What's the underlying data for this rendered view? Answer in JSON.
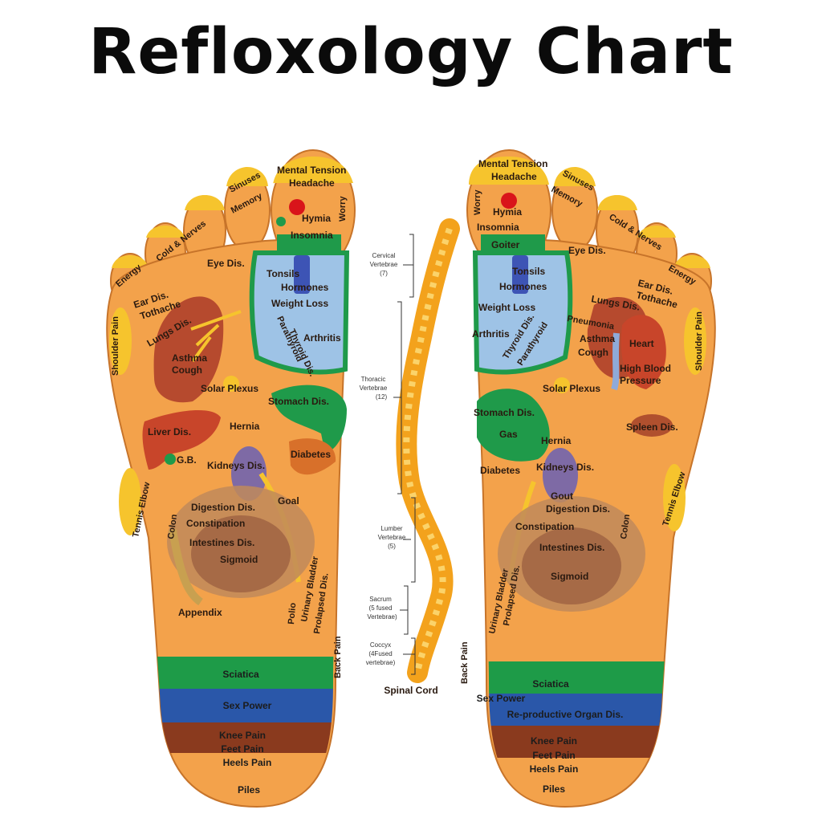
{
  "title": "Refloxology Chart",
  "colors": {
    "skin": "#f3a24b",
    "skin_edge": "#c7742a",
    "toe_tip": "#f6c42d",
    "blue_zone": "#9ec3e6",
    "green": "#1f9a4a",
    "band_sciatica": "#1e9b48",
    "band_sex": "#2a57a9",
    "band_knee": "#8a3a1e",
    "lung": "#b64a2e",
    "liver": "#c8452a",
    "kidney": "#7e6aa5",
    "spine": "#f3a21c"
  },
  "left_foot": {
    "toes": {
      "energy": "Energy",
      "cold_nerves": "Cold & Nerves",
      "sinuses": "Sinuses",
      "memory": "Memory",
      "mental_tension": "Mental Tension",
      "headache": "Headache",
      "hymia": "Hymia",
      "worry": "Worry",
      "insomnia": "Insomnia"
    },
    "labels": {
      "eye": "Eye Dis.",
      "ear": "Ear Dis.",
      "tothache": "Tothache",
      "shoulder_pain": "Shoulder Pain",
      "tonsils": "Tonsils",
      "hormones": "Hormones",
      "weight_loss": "Weight Loss",
      "arthritis": "Arthritis",
      "thyroid": "Thyroid Dis.",
      "parathyroid": "Parathyroid",
      "lungs": "Lungs Dis.",
      "asthma": "Asthma",
      "cough": "Cough",
      "solar_plexus": "Solar Plexus",
      "stomach": "Stomach Dis.",
      "hernia": "Hernia",
      "liver": "Liver Dis.",
      "gb": "G.B.",
      "kidneys": "Kidneys Dis.",
      "diabetes": "Diabetes",
      "tennis_elbow": "Tennis Elbow",
      "colon": "Colon",
      "goal": "Goal",
      "digestion": "Digestion Dis.",
      "constipation": "Constipation",
      "intestines": "Intestines Dis.",
      "sigmoid": "Sigmoid",
      "urinary_bladder": "Urinary Bladder",
      "prolapsed": "Prolapsed Dis.",
      "polio": "Polio",
      "appendix": "Appendix",
      "back_pain": "Back Pain"
    },
    "bands": {
      "sciatica": "Sciatica",
      "sex_power": "Sex Power",
      "knee_pain": "Knee Pain",
      "feet_pain": "Feet Pain",
      "heels_pain": "Heels Pain",
      "piles": "Piles"
    }
  },
  "right_foot": {
    "toes": {
      "mental_tension": "Mental Tension",
      "headache": "Headache",
      "hymia": "Hymia",
      "worry": "Worry",
      "insomnia": "Insomnia",
      "sinuses": "Sinuses",
      "memory": "Memory",
      "cold_nerves": "Cold & Nerves",
      "energy": "Energy"
    },
    "labels": {
      "goiter": "Goiter",
      "tonsils": "Tonsils",
      "hormones": "Hormones",
      "eye": "Eye Dis.",
      "ear": "Ear Dis.",
      "tothache": "Tothache",
      "weight_loss": "Weight Loss",
      "lungs": "Lungs Dis.",
      "pneumonia": "Pneumonia",
      "shoulder_pain": "Shoulder Pain",
      "arthritis": "Arthritis",
      "thyroid": "Thyroid Dis.",
      "parathyroid": "Parathyroid",
      "asthma": "Asthma",
      "cough": "Cough",
      "heart": "Heart",
      "high_blood": "High Blood",
      "pressure": "Pressure",
      "solar_plexus": "Solar Plexus",
      "stomach": "Stomach Dis.",
      "gas": "Gas",
      "spleen": "Spleen Dis.",
      "hernia": "Hernia",
      "diabetes": "Diabetes",
      "kidneys": "Kidneys Dis.",
      "tennis_elbow": "Tennis Elbow",
      "gout": "Gout",
      "digestion": "Digestion Dis.",
      "constipation": "Constipation",
      "colon": "Colon",
      "intestines": "Intestines Dis.",
      "sigmoid": "Sigmoid",
      "urinary_bladder": "Urinary Bladder",
      "prolapsed": "Prolapsed Dis.",
      "back_pain": "Back Pain"
    },
    "bands": {
      "sciatica": "Sciatica",
      "sex_power": "Sex Power",
      "reproductive": "Re-productive Organ Dis.",
      "knee_pain": "Knee Pain",
      "feet_pain": "Feet Pain",
      "heels_pain": "Heels Pain",
      "piles": "Piles"
    }
  },
  "spine": {
    "cervical": [
      "Cervical",
      "Vertebrae",
      "(7)"
    ],
    "thoracic": [
      "Thoracic",
      "Vertebrae",
      "(12)"
    ],
    "lumber": [
      "Lumber",
      "Vertebrae",
      "(5)"
    ],
    "sacrum": [
      "Sacrum",
      "(5 fused",
      "Vertebrae)"
    ],
    "coccyx": [
      "Coccyx",
      "(4Fused",
      "vertebrae)"
    ],
    "spinal_cord": "Spinal Cord"
  }
}
